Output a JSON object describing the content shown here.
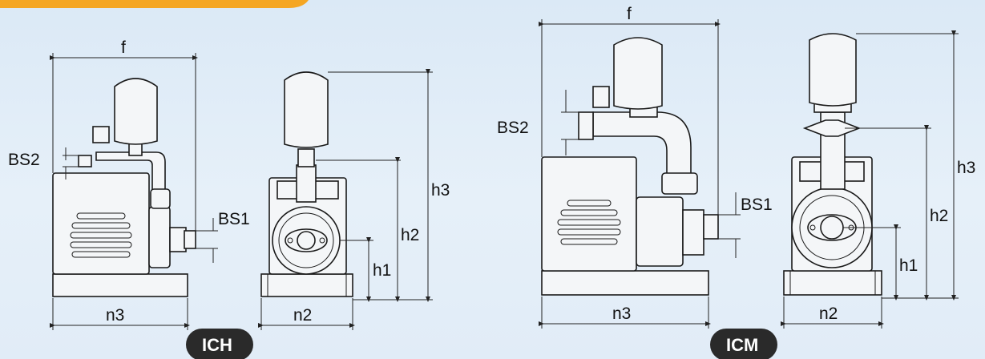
{
  "accent_color": "#f5a623",
  "models": [
    {
      "badge": "ICH",
      "side_view": {
        "width_label": "f",
        "length_label": "n3",
        "suction_label": "BS2",
        "discharge_label": "BS1"
      },
      "front_view": {
        "width_label": "n2",
        "heights": [
          "h1",
          "h2",
          "h3"
        ]
      }
    },
    {
      "badge": "ICM",
      "side_view": {
        "width_label": "f",
        "length_label": "n3",
        "suction_label": "BS2",
        "discharge_label": "BS1"
      },
      "front_view": {
        "width_label": "n2",
        "heights": [
          "h1",
          "h2",
          "h3"
        ]
      }
    }
  ]
}
